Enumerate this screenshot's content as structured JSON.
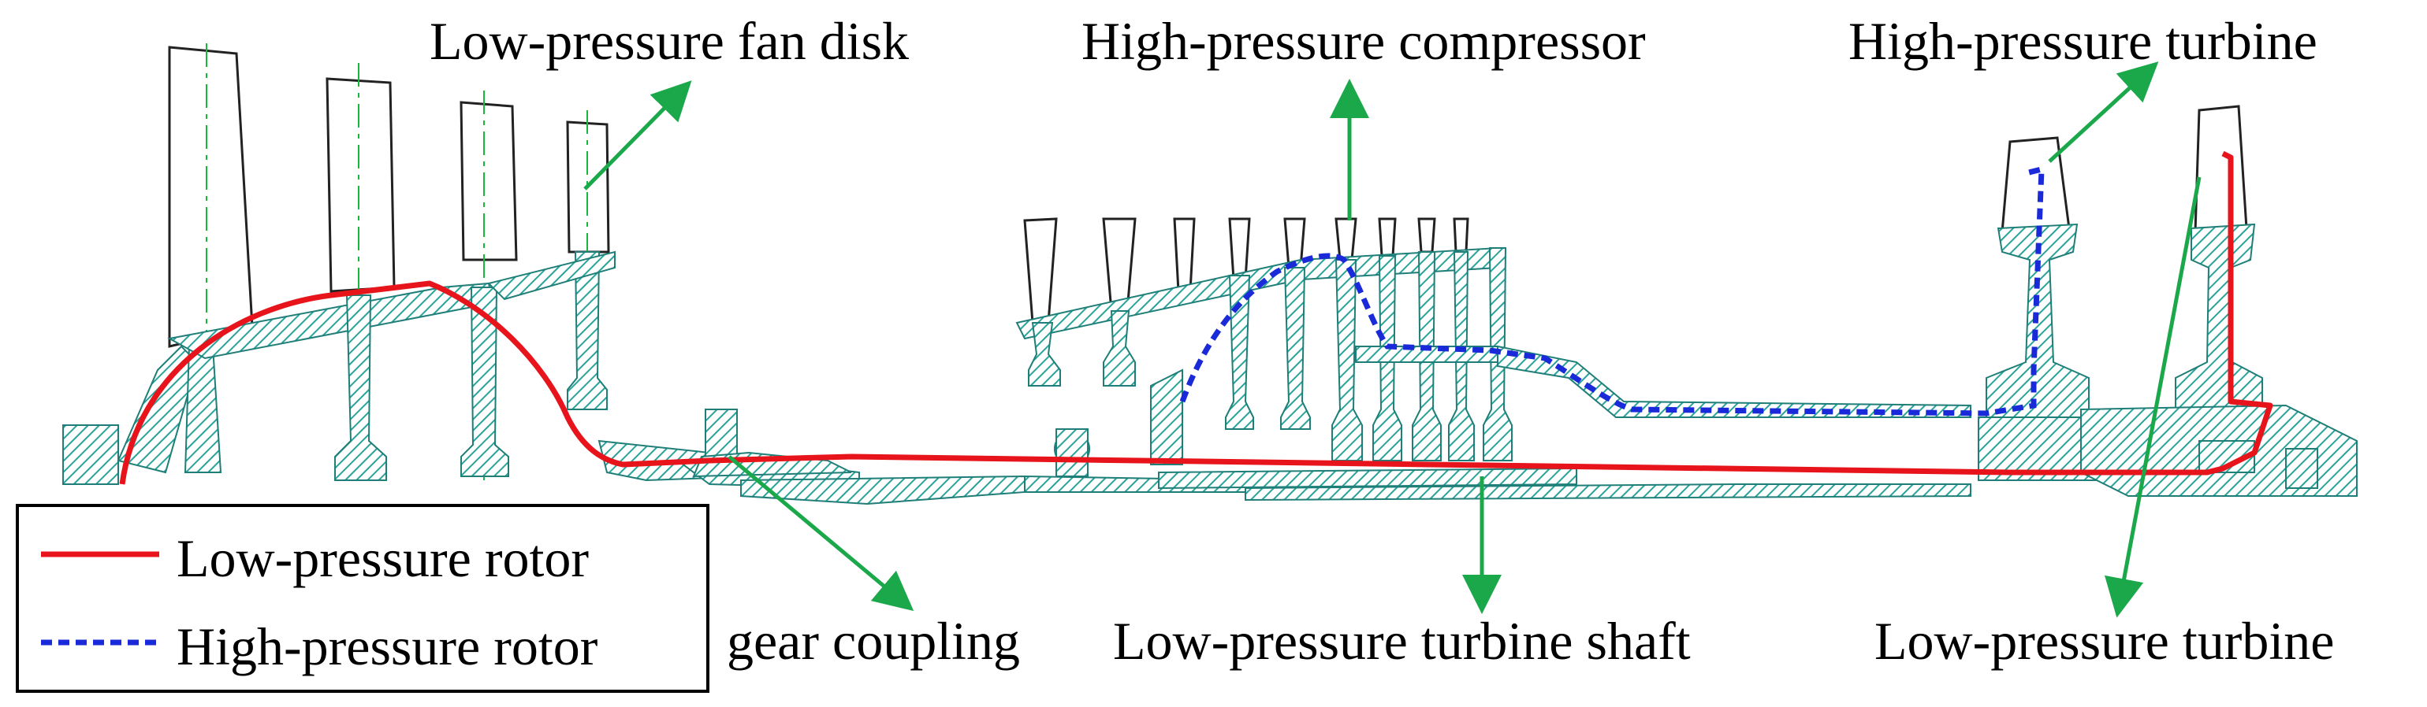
{
  "labels": {
    "lp_fan_disk": "Low-pressure fan disk",
    "hp_compressor": "High-pressure compressor",
    "hp_turbine": "High-pressure turbine",
    "gear_coupling": "gear coupling",
    "lp_turbine_shaft": "Low-pressure turbine shaft",
    "lp_turbine": "Low-pressure turbine"
  },
  "legend": {
    "items": [
      {
        "label": "Low-pressure rotor",
        "color": "#e8141b",
        "style": "solid"
      },
      {
        "label": "High-pressure rotor",
        "color": "#1a2ad8",
        "style": "dashed"
      }
    ]
  },
  "colors": {
    "hatch": "#2aa39a",
    "arrow": "#1aa84a",
    "centerline": "#19b83a",
    "outline": "#222222"
  }
}
